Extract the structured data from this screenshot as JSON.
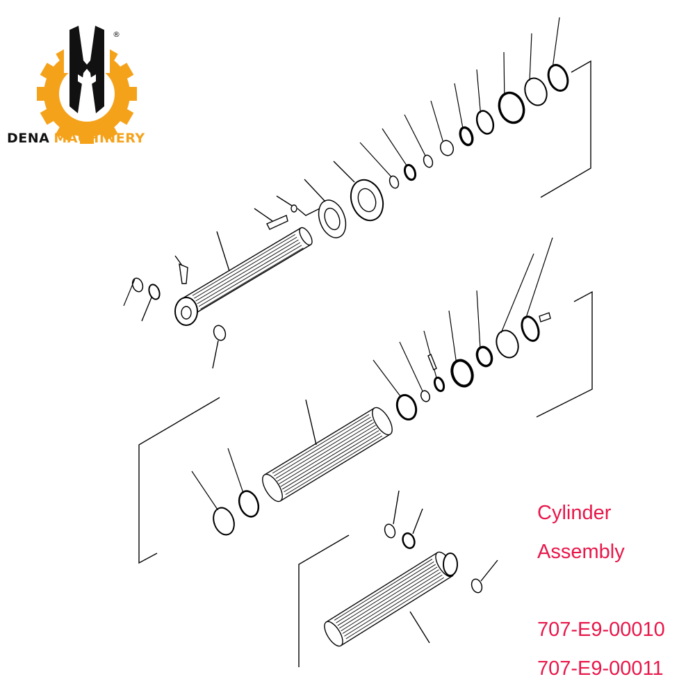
{
  "brand": {
    "name_part1": "DENA",
    "name_part2": "MACHINERY",
    "registered_mark": "®"
  },
  "caption": {
    "title_line1": "Cylinder",
    "title_line2": "Assembly",
    "part_numbers": [
      "707-E9-00010",
      "707-E9-00011"
    ]
  },
  "colors": {
    "brand_orange": "#f5a21b",
    "brand_black": "#111111",
    "caption_red": "#e8174a",
    "line": "#000000"
  }
}
